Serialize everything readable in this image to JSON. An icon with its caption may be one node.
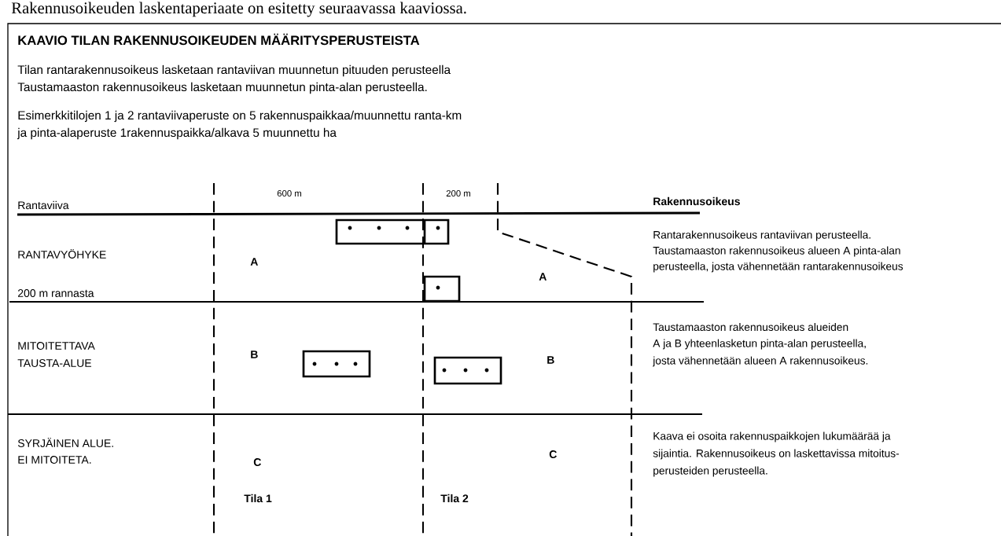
{
  "diagram": {
    "title": "KAAVIO TILAN RAKENNUSOIKEUDEN MÄÄRITYSPERUSTEISTA",
    "labels": [
      "Rakennusoikeuden laskentaperiaate on esitetty seuraavassa kaaviossa.",
      "Tilan rantarakennusoikeus lasketaan rantaviivan muunnetun pituuden perusteella",
      "Taustamaaston rakennusoikeus lasketaan muunnetun pinta-alan perusteella.",
      "Esimerkkitilojen 1 ja 2 rantaviivaperuste on 5 rakennuspaikkaa/muunnettu ranta-km",
      "ja pinta-alaperuste 1rakennuspaikka/alkava 5 muunnettu ha",
      "600 m",
      "200 m",
      "Rakennusoikeus",
      "Rantaviiva",
      "RANTAVYÖHYKE",
      "A",
      "A",
      "Rantarakennusoikeus rantaviivan perusteella.",
      "Taustamaaston rakennusoikeus alueen A pinta-alan",
      "perusteella, josta vähennetään rantarakennusoikeus",
      "200 m rannasta",
      "MITOITETTAVA",
      "TAUSTA-ALUE",
      "B",
      "B",
      "Taustamaaston rakennusoikeus alueiden",
      "A ja B yhteenlasketun pinta-alan perusteella,",
      "josta vähennetään alueen A rakennusoikeus.",
      "SYRJÄINEN ALUE.",
      "EI MITOITETA.",
      "C",
      "C",
      "Kaava ei osoita rakennuspaikkojen lukumäärää ja",
      "sijaintia. Rakennusoikeus on laskettavissa mitoitus-",
      "perusteiden perusteella.",
      "Tila 1",
      "Tila 2"
    ]
  }
}
